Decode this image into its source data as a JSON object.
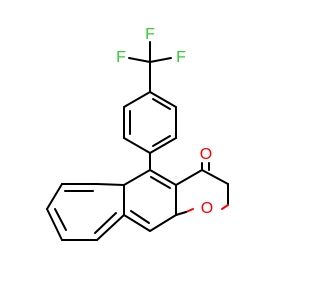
{
  "colors": {
    "background": "#ffffff",
    "bond": "#000000",
    "oxygen": "#ff0000",
    "fluorine": "#33cc33"
  },
  "atoms": {
    "f_top": "F",
    "f_left": "F",
    "f_right": "F",
    "o_carbonyl": "O",
    "o_ring": "O"
  }
}
